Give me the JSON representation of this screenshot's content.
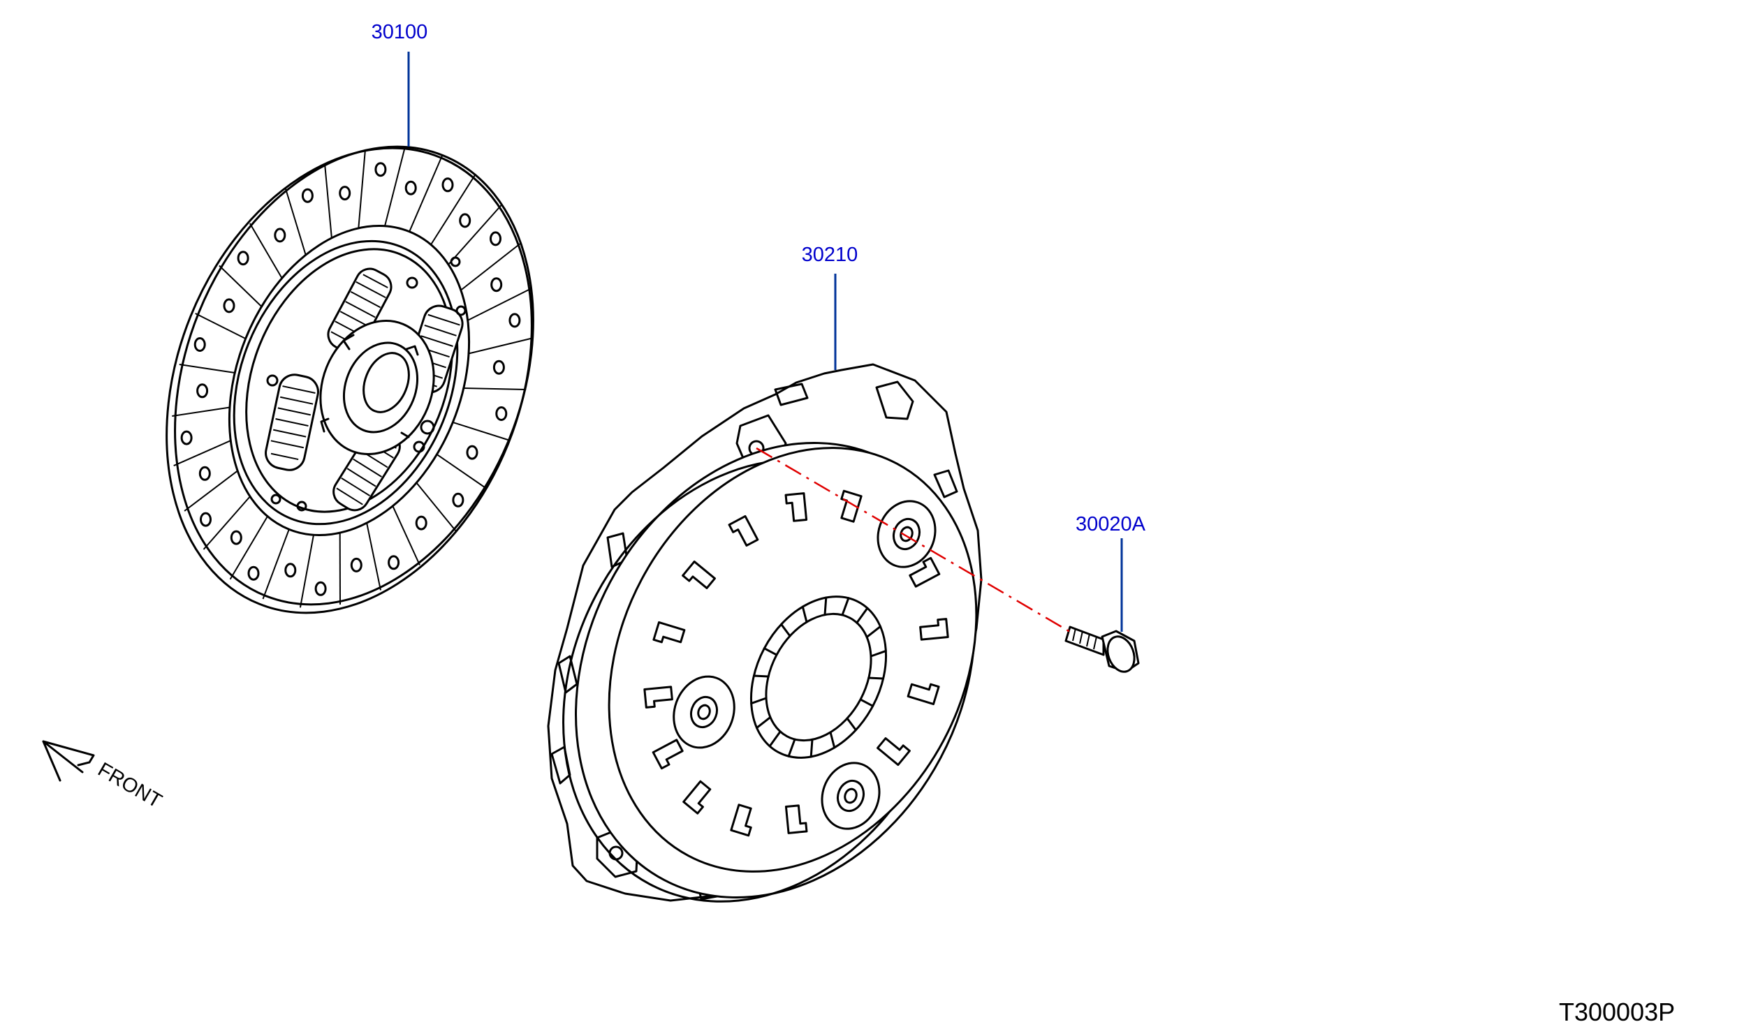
{
  "parts": [
    {
      "number": "30100"
    },
    {
      "number": "30210"
    },
    {
      "number": "30020A"
    }
  ],
  "orientation": {
    "label": "FRONT"
  },
  "diagram": {
    "code": "T300003P"
  },
  "colors": {
    "part_label": "#0000cc",
    "leader": "#003399",
    "axis": "#e00000",
    "ink": "#000000"
  },
  "icons": [
    "front-arrow-icon"
  ]
}
